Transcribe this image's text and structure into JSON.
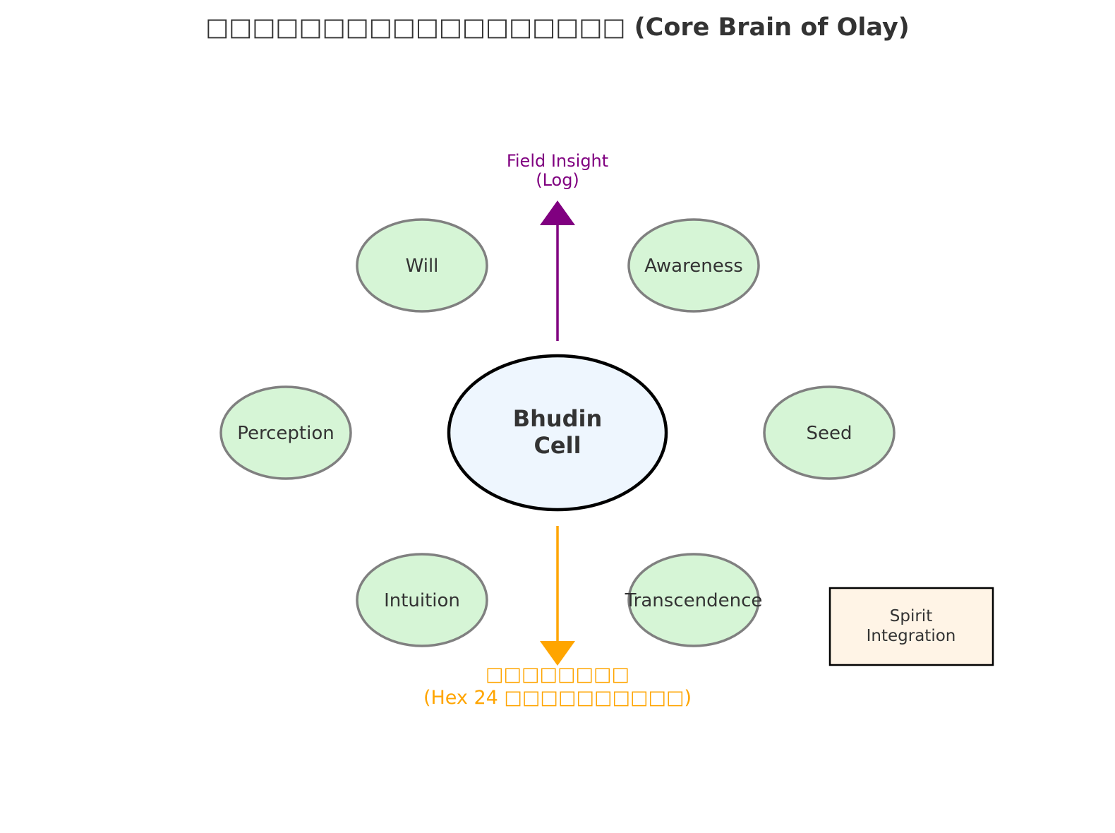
{
  "title": "□□□□□□□□□□□□□□□□□□ (Core Brain of Olay)",
  "center": {
    "line1": "Bhudin",
    "line2": "Cell"
  },
  "nodes": {
    "will": "Will",
    "awareness": "Awareness",
    "perception": "Perception",
    "seed": "Seed",
    "intuition": "Intuition",
    "transcendence": "Transcendence"
  },
  "up_arrow": {
    "line1": "Field Insight",
    "line2": "(Log)",
    "color": "#800080"
  },
  "down_arrow": {
    "line1": "□□□□□□□□",
    "line2": "(Hex 24 □□□□□□□□□□)",
    "color": "#FFA500"
  },
  "box": {
    "line1": "Spirit",
    "line2": "Integration"
  },
  "colors": {
    "node_fill": "#D6F5D6",
    "node_stroke": "#808080",
    "center_fill": "#EEF6FE",
    "center_stroke": "#000000",
    "box_fill": "#FFF4E6",
    "box_stroke": "#000000"
  }
}
